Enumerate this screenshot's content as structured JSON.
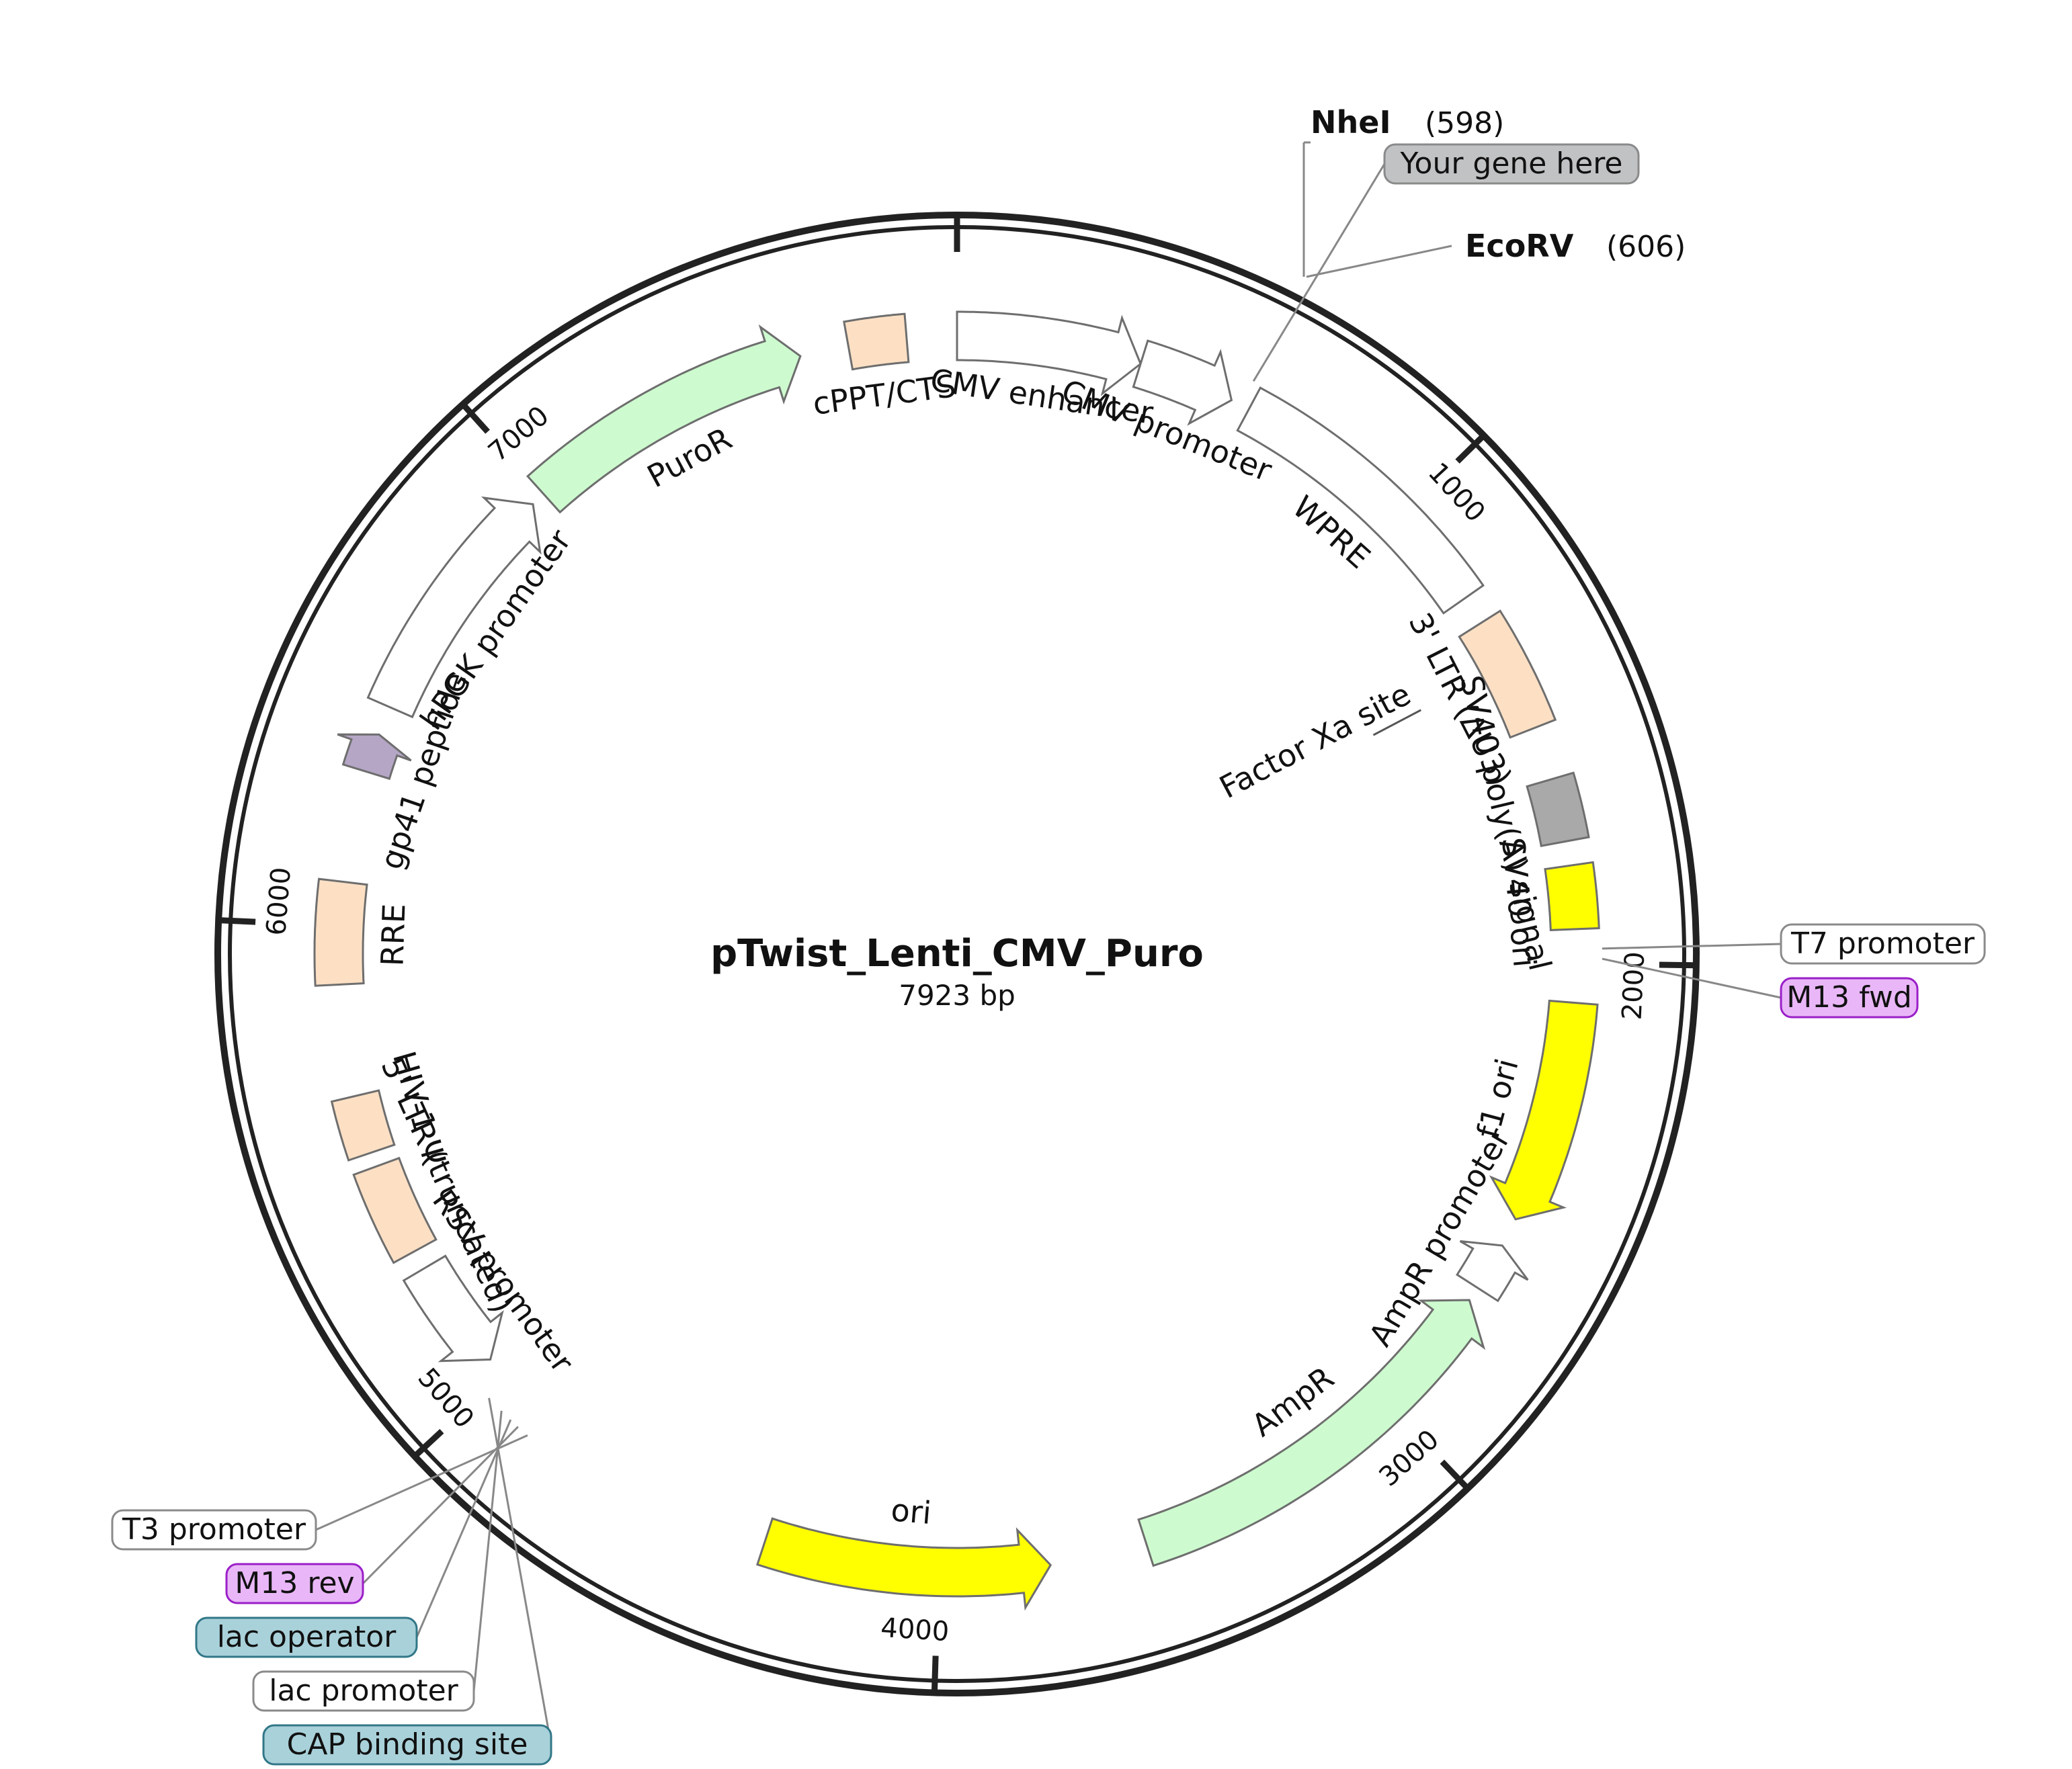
{
  "plasmid": {
    "name": "pTwist_Lenti_CMV_Puro",
    "size_label": "7923 bp",
    "length_bp": 7923
  },
  "colors": {
    "backbone": "#222222",
    "peach": "#fde0c4",
    "green": "#cdfbcf",
    "yellow": "#ffff00",
    "white": "#ffffff",
    "gray": "#a9a9a9",
    "lilac": "#b5a6c6",
    "purple": "#9c35c8",
    "teal": "#2f7a97",
    "outline": "#6e6e6e",
    "box_gray": "#c0c2c4",
    "box_purple": "#e9b7f7",
    "box_purple_border": "#9a1fc8",
    "box_teal": "#a9d1da",
    "box_teal_border": "#317787",
    "box_white_border": "#8a8a8a"
  },
  "ticks": [
    {
      "bp": 1000,
      "label": "1000"
    },
    {
      "bp": 2000,
      "label": "2000"
    },
    {
      "bp": 3000,
      "label": "3000"
    },
    {
      "bp": 4000,
      "label": "4000"
    },
    {
      "bp": 5000,
      "label": "5000"
    },
    {
      "bp": 6000,
      "label": "6000"
    },
    {
      "bp": 7000,
      "label": "7000"
    },
    {
      "bp": 0,
      "label": ""
    }
  ],
  "restriction_sites": [
    {
      "name": "NheI",
      "position": "(598)",
      "bp": 598
    },
    {
      "name": "EcoRV",
      "position": "(606)",
      "bp": 606
    }
  ],
  "features": [
    {
      "id": "cmv-enhancer",
      "label": "CMV enhancer",
      "type": "arrow",
      "color": "white",
      "start": 0,
      "end": 380,
      "strand": 1
    },
    {
      "id": "cmv-promoter",
      "label": "CMV promoter",
      "type": "arrow",
      "color": "white",
      "start": 380,
      "end": 580,
      "strand": 1
    },
    {
      "id": "wpre",
      "label": "WPRE",
      "type": "box",
      "color": "white",
      "start": 620,
      "end": 1210,
      "strand": 1
    },
    {
      "id": "ltr3",
      "label": "3' LTR (ΔU3)",
      "type": "box",
      "color": "peach",
      "start": 1270,
      "end": 1510
    },
    {
      "id": "sv40-polya",
      "label": "SV40 poly(A) signal",
      "type": "box",
      "color": "gray",
      "start": 1620,
      "end": 1750
    },
    {
      "id": "sv40-ori",
      "label": "SV40 ori",
      "type": "box",
      "color": "yellow",
      "start": 1800,
      "end": 1930
    },
    {
      "id": "f1-ori",
      "label": "f1 ori",
      "type": "arrow",
      "color": "yellow",
      "start": 2080,
      "end": 2540,
      "strand": 1
    },
    {
      "id": "ampr-promoter",
      "label": "AmpR promoter",
      "type": "arrow",
      "color": "white",
      "start": 2600,
      "end": 2700,
      "strand": -1
    },
    {
      "id": "ampr",
      "label": "AmpR",
      "type": "arrow",
      "color": "green",
      "start": 2730,
      "end": 3570,
      "strand": -1
    },
    {
      "id": "ori",
      "label": "ori",
      "type": "arrow",
      "color": "yellow",
      "start": 3770,
      "end": 4360,
      "strand": -1
    },
    {
      "id": "rsv-promoter",
      "label": "RSV promoter",
      "type": "arrow",
      "color": "white",
      "start": 5040,
      "end": 5270,
      "strand": -1
    },
    {
      "id": "ltr5",
      "label": "5' LTR (truncated)",
      "type": "box",
      "color": "peach",
      "start": 5310,
      "end": 5500
    },
    {
      "id": "hiv1-psi",
      "label": "HIV-1 Ψ",
      "type": "box",
      "color": "peach",
      "start": 5530,
      "end": 5650
    },
    {
      "id": "rre",
      "label": "RRE",
      "type": "box",
      "color": "peach",
      "start": 5880,
      "end": 6090
    },
    {
      "id": "gp41",
      "label": "gp41 peptide",
      "type": "arrow",
      "color": "lilac",
      "start": 6320,
      "end": 6400,
      "strand": 1
    },
    {
      "id": "hpgk",
      "label": "hPGK promoter",
      "type": "arrow",
      "color": "white",
      "start": 6460,
      "end": 6970,
      "strand": 1
    },
    {
      "id": "puror",
      "label": "PuroR",
      "type": "arrow",
      "color": "green",
      "start": 7000,
      "end": 7600,
      "strand": 1
    },
    {
      "id": "cppt",
      "label": "cPPT/CTS",
      "type": "box",
      "color": "peach",
      "start": 7700,
      "end": 7820
    }
  ],
  "inner_labels": [
    {
      "id": "factor-xa",
      "label": "Factor Xa site",
      "bp": 1370
    }
  ],
  "callouts": [
    {
      "id": "your-gene",
      "label": "Your gene here",
      "style": "gray",
      "bp": 602
    },
    {
      "id": "t7-promoter",
      "label": "T7 promoter",
      "style": "white",
      "bp": 1970
    },
    {
      "id": "m13-fwd",
      "label": "M13 fwd",
      "style": "purple",
      "bp": 1990
    },
    {
      "id": "t3-promoter",
      "label": "T3 promoter",
      "style": "white",
      "bp": 4880
    },
    {
      "id": "m13-rev",
      "label": "M13 rev",
      "style": "purple",
      "bp": 4905
    },
    {
      "id": "lac-operator",
      "label": "lac operator",
      "style": "teal",
      "bp": 4925
    },
    {
      "id": "lac-promoter",
      "label": "lac promoter",
      "style": "white",
      "bp": 4950
    },
    {
      "id": "cap-site",
      "label": "CAP binding site",
      "style": "teal",
      "bp": 4985
    }
  ]
}
